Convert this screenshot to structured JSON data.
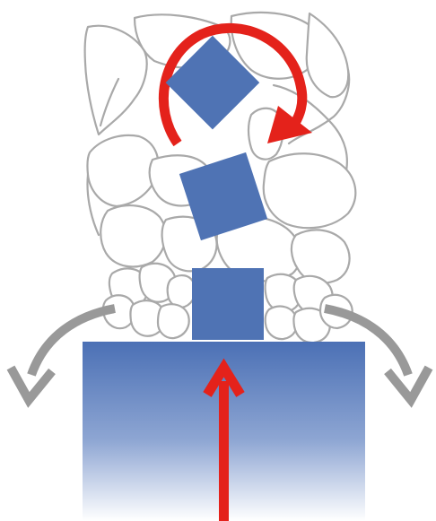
{
  "colors": {
    "background": "#ffffff",
    "outline": "#a9a9a9",
    "block_fill": "#4f73b4",
    "base_top": "#4b70b5",
    "base_bottom": "#ffffff",
    "push_arrow": "#e4221b",
    "rotation_arrow": "#e4221b",
    "spread_arrow": "#999999"
  },
  "elements": {
    "base_block": "gradient-block",
    "stacked_blocks": [
      "square-block-bottom",
      "square-block-middle",
      "square-block-top"
    ],
    "arrows": [
      "upward-push-arrow",
      "rotation-arrow",
      "left-spread-arrow",
      "right-spread-arrow"
    ],
    "background_shapes": "irregular-outline-cells"
  }
}
